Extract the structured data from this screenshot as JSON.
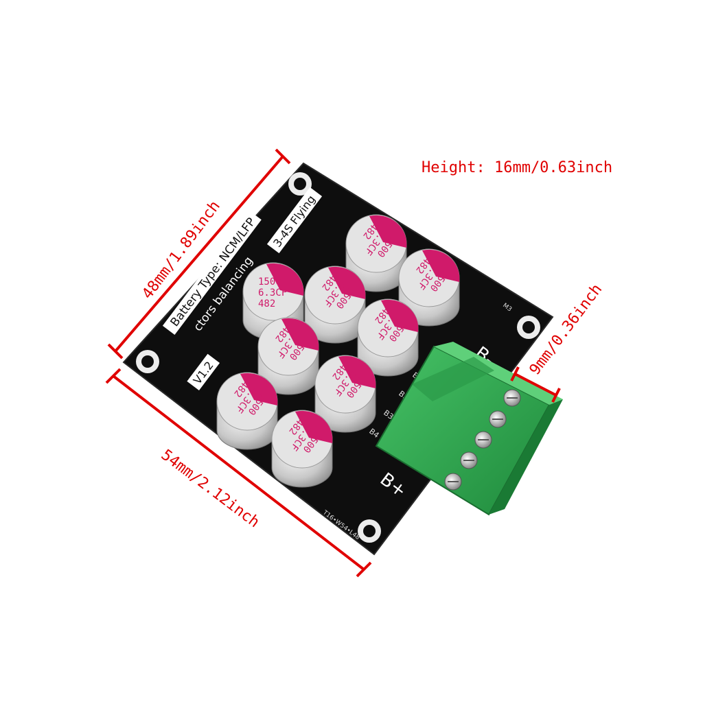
{
  "dimensions": {
    "height": "Height: 16mm/0.63inch",
    "width_side": "48mm/1.89inch",
    "length_side": "54mm/2.12inch",
    "terminal": "9mm/0.36inch"
  },
  "board": {
    "title_line": "3-4S Flying",
    "title_line_2": "ctors balancing",
    "battery_type": "Battery Type: NCM/LFP",
    "version": "V1.2",
    "size_code": "T16•W54•L48",
    "mount_label": "M3",
    "terminal_plus": "B+",
    "terminal_minus": "B-",
    "pin_labels": [
      "B1",
      "B2",
      "B3",
      "B4"
    ]
  },
  "capacitor": {
    "line1": "1500",
    "line2": "6.3CF",
    "line3": "482"
  },
  "colors": {
    "dimension_red": "#e00000",
    "board_black": "#111111",
    "capacitor_top": "#d01a6a",
    "terminal_green": "#2fa84f"
  }
}
